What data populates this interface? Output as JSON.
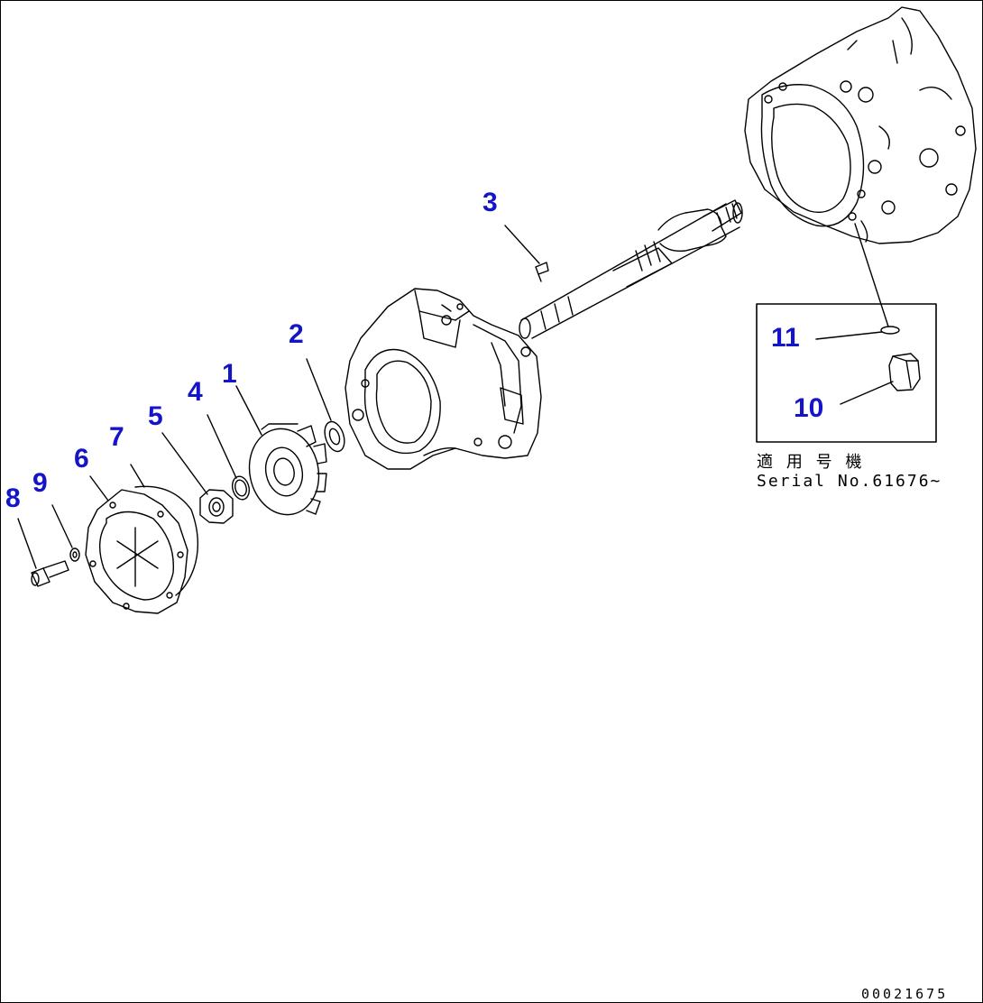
{
  "callouts": {
    "p1": "1",
    "p2": "2",
    "p3": "3",
    "p4": "4",
    "p5": "5",
    "p6": "6",
    "p7": "7",
    "p8": "8",
    "p9": "9",
    "p10": "10",
    "p11": "11"
  },
  "applicability": {
    "japanese": "適 用 号 機",
    "serial": "Serial No.61676~"
  },
  "drawing_number": "00021675",
  "colors": {
    "callout": "#1414c8",
    "line": "#000000",
    "background": "#ffffff"
  }
}
